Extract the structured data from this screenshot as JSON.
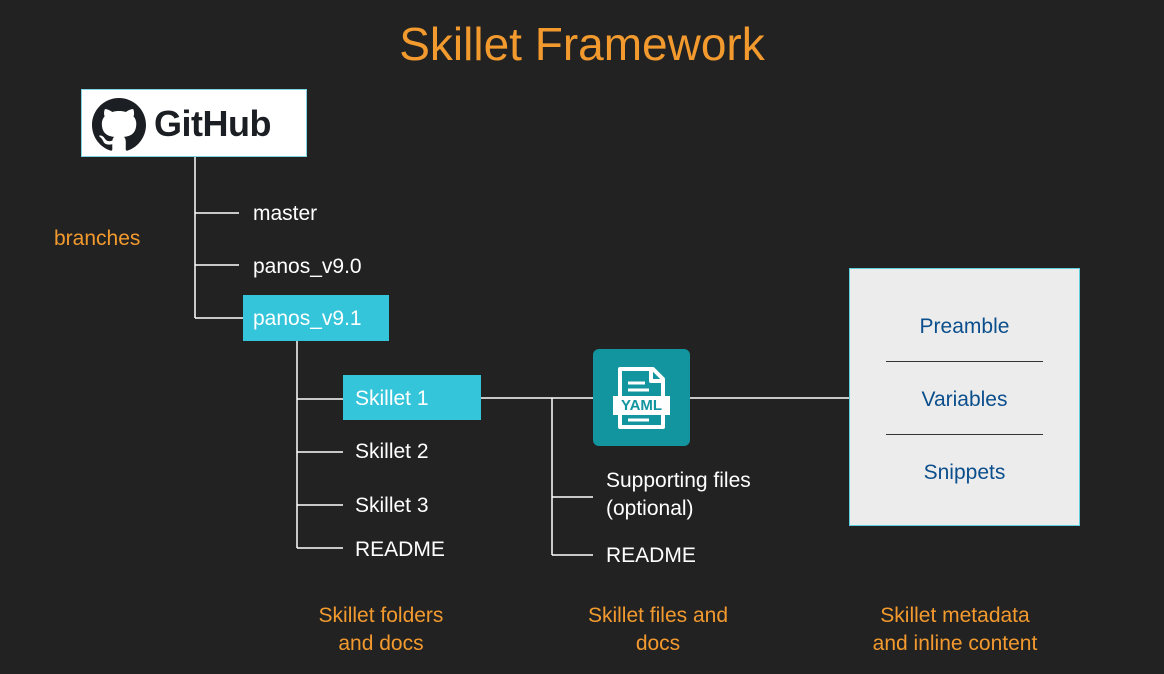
{
  "title": "Skillet Framework",
  "github": {
    "wordmark": "GitHub",
    "icon": "github-octocat-icon"
  },
  "branches": {
    "label": "branches",
    "items": [
      "master",
      "panos_v9.0",
      "panos_v9.1"
    ],
    "highlighted": "panos_v9.1"
  },
  "skillet_folders": {
    "items": [
      "Skillet 1",
      "Skillet 2",
      "Skillet 3",
      "README"
    ],
    "highlighted": "Skillet 1",
    "caption_line1": "Skillet folders",
    "caption_line2": "and docs"
  },
  "skillet_files": {
    "yaml_label": "YAML",
    "yaml_icon": "yaml-file-icon",
    "supporting_line1": "Supporting files",
    "supporting_line2": "(optional)",
    "readme": "README",
    "caption_line1": "Skillet files and",
    "caption_line2": "docs"
  },
  "metadata": {
    "items": [
      "Preamble",
      "Variables",
      "Snippets"
    ],
    "caption_line1": "Skillet metadata",
    "caption_line2": "and inline content"
  },
  "colors": {
    "background": "#222222",
    "accent_orange": "#f39a2f",
    "highlight_cyan": "#35c5da",
    "yaml_teal": "#12959e",
    "metadata_text_blue": "#0b4e8c"
  }
}
